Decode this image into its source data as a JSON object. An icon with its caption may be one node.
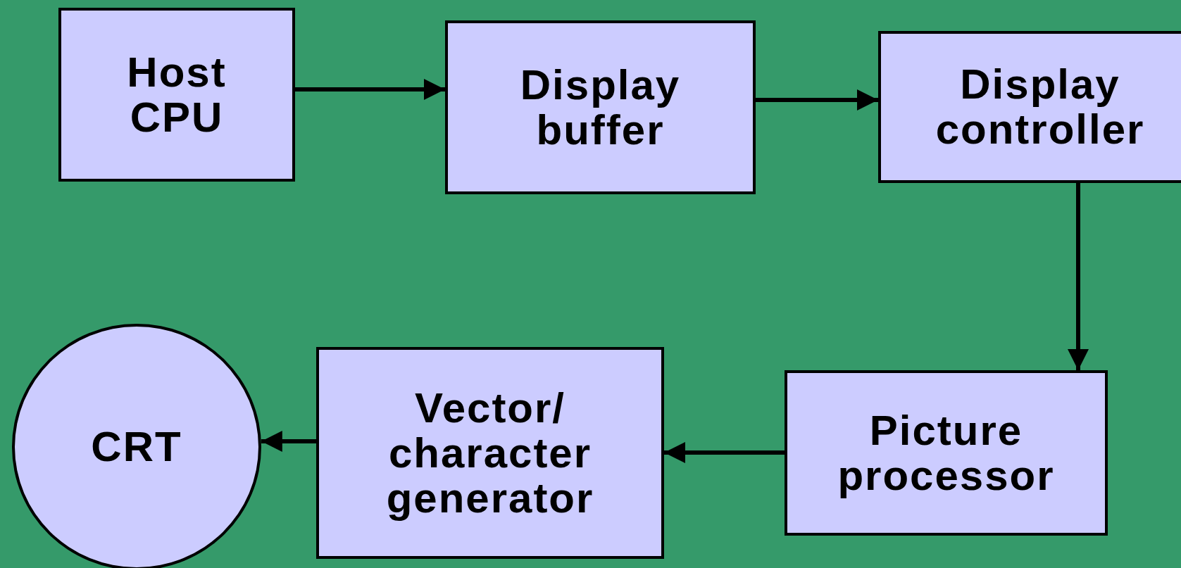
{
  "diagram": {
    "nodes": [
      {
        "text": [
          "Host CPU"
        ]
      },
      {
        "text": [
          "Display buffer"
        ]
      },
      {
        "text": [
          "Display controller"
        ]
      },
      {
        "text": [
          "Picture processor"
        ]
      },
      {
        "text": [
          "Vector/ character generator"
        ]
      },
      {
        "text": [
          "CRT"
        ]
      }
    ],
    "edges": [
      {
        "from": 0,
        "to": 1,
        "arrow": "to"
      },
      {
        "from": 1,
        "to": 2,
        "arrow": "to"
      },
      {
        "from": 2,
        "to": 3,
        "arrow": "to"
      },
      {
        "from": 3,
        "to": 4,
        "arrow": "to"
      },
      {
        "from": 4,
        "to": 5,
        "arrow": "to"
      }
    ]
  }
}
